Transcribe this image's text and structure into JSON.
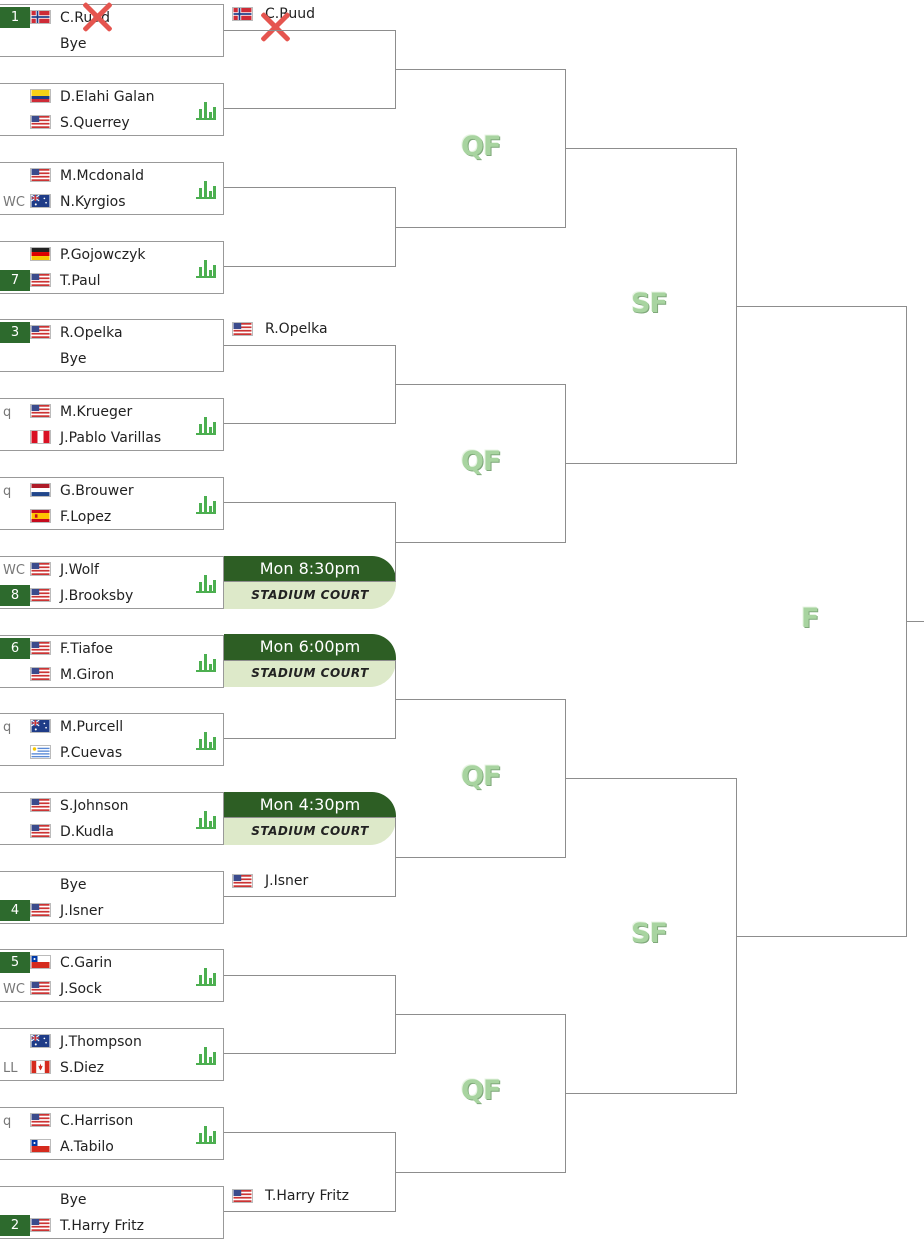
{
  "rounds": {
    "qf": "QF",
    "sf": "SF",
    "f": "F"
  },
  "colors": {
    "accent": "#2d6a2d",
    "court_bg": "#dde9c9",
    "round_text": "#a8d4a0"
  },
  "matches": [
    {
      "p1": {
        "seed": "1",
        "tag": "",
        "flag": "norway",
        "name": "C.Ruud"
      },
      "p2": {
        "seed": "",
        "tag": "",
        "flag": "",
        "name": "Bye"
      },
      "stats": false
    },
    {
      "p1": {
        "seed": "",
        "tag": "",
        "flag": "colombia",
        "name": "D.Elahi Galan"
      },
      "p2": {
        "seed": "",
        "tag": "",
        "flag": "usa",
        "name": "S.Querrey"
      },
      "stats": true
    },
    {
      "p1": {
        "seed": "",
        "tag": "",
        "flag": "usa",
        "name": "M.Mcdonald"
      },
      "p2": {
        "seed": "",
        "tag": "WC",
        "flag": "australia",
        "name": "N.Kyrgios"
      },
      "stats": true
    },
    {
      "p1": {
        "seed": "",
        "tag": "",
        "flag": "germany",
        "name": "P.Gojowczyk"
      },
      "p2": {
        "seed": "7",
        "tag": "",
        "flag": "usa",
        "name": "T.Paul"
      },
      "stats": true
    },
    {
      "p1": {
        "seed": "3",
        "tag": "",
        "flag": "usa",
        "name": "R.Opelka"
      },
      "p2": {
        "seed": "",
        "tag": "",
        "flag": "",
        "name": "Bye"
      },
      "stats": false
    },
    {
      "p1": {
        "seed": "",
        "tag": "q",
        "flag": "usa",
        "name": "M.Krueger"
      },
      "p2": {
        "seed": "",
        "tag": "",
        "flag": "peru",
        "name": "J.Pablo Varillas"
      },
      "stats": true
    },
    {
      "p1": {
        "seed": "",
        "tag": "q",
        "flag": "netherlands",
        "name": "G.Brouwer"
      },
      "p2": {
        "seed": "",
        "tag": "",
        "flag": "spain",
        "name": "F.Lopez"
      },
      "stats": true
    },
    {
      "p1": {
        "seed": "",
        "tag": "WC",
        "flag": "usa",
        "name": "J.Wolf"
      },
      "p2": {
        "seed": "8",
        "tag": "",
        "flag": "usa",
        "name": "J.Brooksby"
      },
      "stats": true
    },
    {
      "p1": {
        "seed": "6",
        "tag": "",
        "flag": "usa",
        "name": "F.Tiafoe"
      },
      "p2": {
        "seed": "",
        "tag": "",
        "flag": "usa",
        "name": "M.Giron"
      },
      "stats": true
    },
    {
      "p1": {
        "seed": "",
        "tag": "q",
        "flag": "australia",
        "name": "M.Purcell"
      },
      "p2": {
        "seed": "",
        "tag": "",
        "flag": "uruguay",
        "name": "P.Cuevas"
      },
      "stats": true
    },
    {
      "p1": {
        "seed": "",
        "tag": "",
        "flag": "usa",
        "name": "S.Johnson"
      },
      "p2": {
        "seed": "",
        "tag": "",
        "flag": "usa",
        "name": "D.Kudla"
      },
      "stats": true
    },
    {
      "p1": {
        "seed": "",
        "tag": "",
        "flag": "",
        "name": "Bye"
      },
      "p2": {
        "seed": "4",
        "tag": "",
        "flag": "usa",
        "name": "J.Isner"
      },
      "stats": false
    },
    {
      "p1": {
        "seed": "5",
        "tag": "",
        "flag": "chile",
        "name": "C.Garin"
      },
      "p2": {
        "seed": "",
        "tag": "WC",
        "flag": "usa",
        "name": "J.Sock"
      },
      "stats": true
    },
    {
      "p1": {
        "seed": "",
        "tag": "",
        "flag": "australia",
        "name": "J.Thompson"
      },
      "p2": {
        "seed": "",
        "tag": "LL",
        "flag": "canada",
        "name": "S.Diez"
      },
      "stats": true
    },
    {
      "p1": {
        "seed": "",
        "tag": "q",
        "flag": "usa",
        "name": "C.Harrison"
      },
      "p2": {
        "seed": "",
        "tag": "",
        "flag": "chile",
        "name": "A.Tabilo"
      },
      "stats": true
    },
    {
      "p1": {
        "seed": "",
        "tag": "",
        "flag": "",
        "name": "Bye"
      },
      "p2": {
        "seed": "2",
        "tag": "",
        "flag": "usa",
        "name": "T.Harry Fritz"
      },
      "stats": false
    }
  ],
  "r2_winners": [
    {
      "flag": "norway",
      "name": "C.Ruud"
    },
    {
      "flag": "usa",
      "name": "R.Opelka"
    },
    {
      "flag": "usa",
      "name": "J.Isner"
    },
    {
      "flag": "usa",
      "name": "T.Harry Fritz"
    }
  ],
  "schedule": [
    {
      "time": "Mon 8:30pm",
      "court": "STADIUM COURT"
    },
    {
      "time": "Mon 6:00pm",
      "court": "STADIUM COURT"
    },
    {
      "time": "Mon 4:30pm",
      "court": "STADIUM COURT"
    }
  ]
}
